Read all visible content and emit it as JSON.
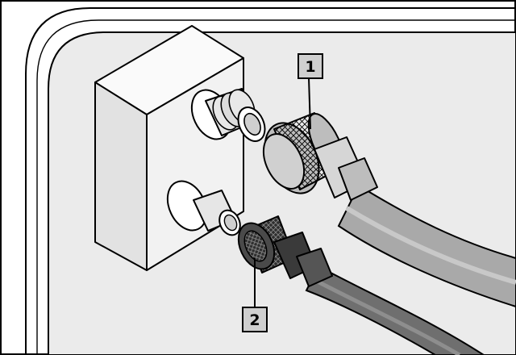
{
  "figure": {
    "callouts": [
      {
        "id": "1",
        "label": "1"
      },
      {
        "id": "2",
        "label": "2"
      }
    ]
  },
  "colors": {
    "frame": "#ffffff",
    "panel": "#ebebeb",
    "block": "#f2f2f2",
    "metal": "#d6d6d6",
    "cable_light": "#a9a9a9",
    "cable_dark": "#6f6f6f",
    "connector_dark": "#3a3a3a",
    "callout_fill": "#cfcfcf",
    "outline": "#000000"
  },
  "icons": {
    "socket": "quick-coupling-socket-icon",
    "plug": "cable-plug-icon"
  }
}
